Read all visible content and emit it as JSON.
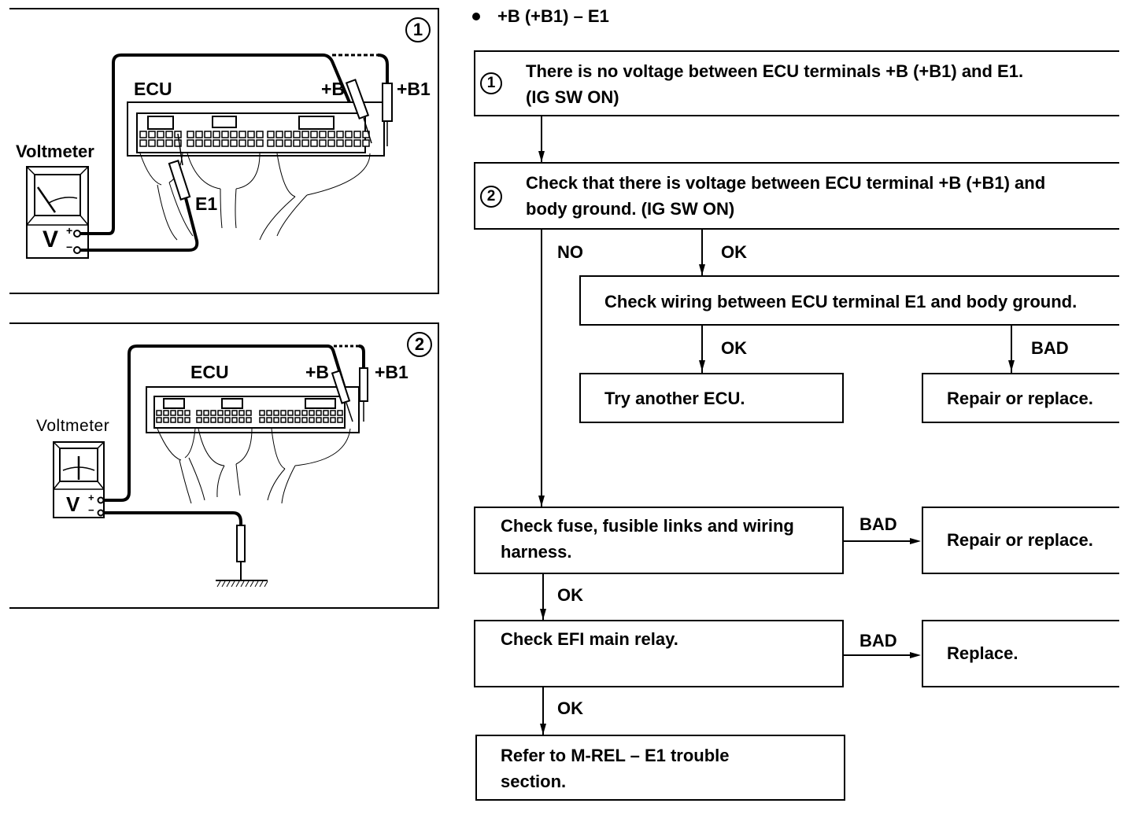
{
  "figures": [
    {
      "number": "1",
      "ecu_label": "ECU",
      "terminal_b": "+B",
      "terminal_b1": "+B1",
      "terminal_e1": "E1",
      "meter_label": "Voltmeter",
      "meter_unit": "V",
      "plus": "+",
      "minus": "−"
    },
    {
      "number": "2",
      "ecu_label": "ECU",
      "terminal_b": "+B",
      "terminal_b1": "+B1",
      "meter_label": "Voltmeter",
      "meter_unit": "V",
      "plus": "+",
      "minus": "−"
    }
  ],
  "flowchart": {
    "heading": "+B (+B1) – E1",
    "steps": {
      "step1_num": "1",
      "step1_line1": "There is no voltage between ECU terminals +B (+B1) and E1.",
      "step1_line2": "(IG SW ON)",
      "step2_num": "2",
      "step2_line1": "Check that there is voltage between ECU terminal +B (+B1) and",
      "step2_line2": "body ground.  (IG SW ON)",
      "check_wiring": "Check wiring between ECU terminal E1 and body ground.",
      "try_ecu": "Try another ECU.",
      "repair1": "Repair or replace.",
      "check_fuse_line1": "Check fuse, fusible links and wiring",
      "check_fuse_line2": "harness.",
      "repair2": "Repair or replace.",
      "check_relay": "Check EFI main relay.",
      "replace": "Replace.",
      "refer_line1": "Refer to M-REL – E1 trouble",
      "refer_line2": "section."
    },
    "branches": {
      "no": "NO",
      "ok1": "OK",
      "ok2": "OK",
      "bad1": "BAD",
      "bad2": "BAD",
      "ok3": "OK",
      "bad3": "BAD",
      "ok4": "OK"
    }
  }
}
